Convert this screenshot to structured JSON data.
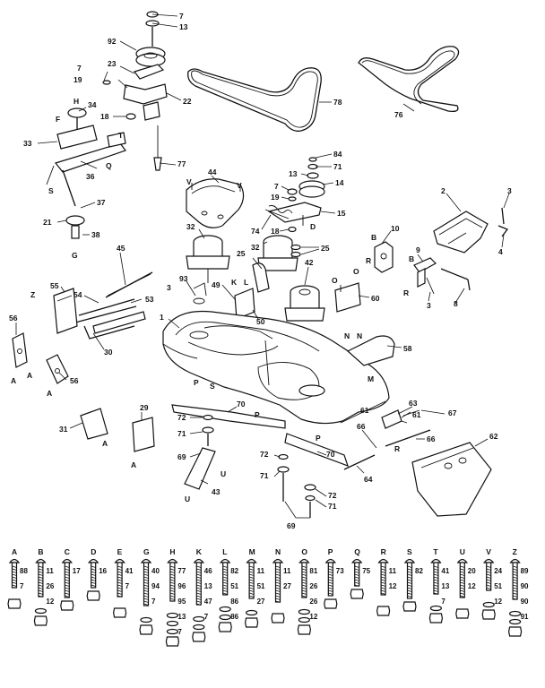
{
  "deck_callouts": [
    {
      "id": "c7a",
      "text": "7"
    },
    {
      "id": "c13a",
      "text": "13"
    },
    {
      "id": "c92",
      "text": "92"
    },
    {
      "id": "c23",
      "text": "23"
    },
    {
      "id": "c7b",
      "text": "7"
    },
    {
      "id": "c19a",
      "text": "19"
    },
    {
      "id": "c22",
      "text": "22"
    },
    {
      "id": "c34",
      "text": "34"
    },
    {
      "id": "c18a",
      "text": "18"
    },
    {
      "id": "c33",
      "text": "33"
    },
    {
      "id": "c36",
      "text": "36"
    },
    {
      "id": "c77",
      "text": "77"
    },
    {
      "id": "c37",
      "text": "37"
    },
    {
      "id": "c21",
      "text": "21"
    },
    {
      "id": "c38",
      "text": "38"
    },
    {
      "id": "c78",
      "text": "78"
    },
    {
      "id": "c76",
      "text": "76"
    },
    {
      "id": "c84",
      "text": "84"
    },
    {
      "id": "c71a",
      "text": "71"
    },
    {
      "id": "c13b",
      "text": "13"
    },
    {
      "id": "c14",
      "text": "14"
    },
    {
      "id": "c7c",
      "text": "7"
    },
    {
      "id": "c19b",
      "text": "19"
    },
    {
      "id": "c15",
      "text": "15"
    },
    {
      "id": "c74",
      "text": "74"
    },
    {
      "id": "c18b",
      "text": "18"
    },
    {
      "id": "c44",
      "text": "44"
    },
    {
      "id": "c2",
      "text": "2"
    },
    {
      "id": "c3a",
      "text": "3"
    },
    {
      "id": "c4",
      "text": "4"
    },
    {
      "id": "c32a",
      "text": "32"
    },
    {
      "id": "c32b",
      "text": "32"
    },
    {
      "id": "c25a",
      "text": "25"
    },
    {
      "id": "c25b",
      "text": "25"
    },
    {
      "id": "c10",
      "text": "10"
    },
    {
      "id": "c9",
      "text": "9"
    },
    {
      "id": "c45",
      "text": "45"
    },
    {
      "id": "c42",
      "text": "42"
    },
    {
      "id": "c60",
      "text": "60"
    },
    {
      "id": "c8",
      "text": "8"
    },
    {
      "id": "c3b",
      "text": "3"
    },
    {
      "id": "c93",
      "text": "93"
    },
    {
      "id": "c3c",
      "text": "3"
    },
    {
      "id": "c49",
      "text": "49"
    },
    {
      "id": "c55",
      "text": "55"
    },
    {
      "id": "c54",
      "text": "54"
    },
    {
      "id": "c53",
      "text": "53"
    },
    {
      "id": "c50",
      "text": "50"
    },
    {
      "id": "c1",
      "text": "1"
    },
    {
      "id": "c30",
      "text": "30"
    },
    {
      "id": "c56a",
      "text": "56"
    },
    {
      "id": "c56b",
      "text": "56"
    },
    {
      "id": "c58",
      "text": "58"
    },
    {
      "id": "c31",
      "text": "31"
    },
    {
      "id": "c29",
      "text": "29"
    },
    {
      "id": "c70a",
      "text": "70"
    },
    {
      "id": "c72a",
      "text": "72"
    },
    {
      "id": "c71b",
      "text": "71"
    },
    {
      "id": "c69a",
      "text": "69"
    },
    {
      "id": "c43",
      "text": "43"
    },
    {
      "id": "c63",
      "text": "63"
    },
    {
      "id": "c61a",
      "text": "61"
    },
    {
      "id": "c61b",
      "text": "61"
    },
    {
      "id": "c67",
      "text": "67"
    },
    {
      "id": "c66a",
      "text": "66"
    },
    {
      "id": "c66b",
      "text": "66"
    },
    {
      "id": "c62",
      "text": "62"
    },
    {
      "id": "c64",
      "text": "64"
    },
    {
      "id": "c72b",
      "text": "72"
    },
    {
      "id": "c70b",
      "text": "70"
    },
    {
      "id": "c71c",
      "text": "71"
    },
    {
      "id": "c72c",
      "text": "72"
    },
    {
      "id": "c71d",
      "text": "71"
    },
    {
      "id": "c69b",
      "text": "69"
    }
  ],
  "ref_letters": [
    {
      "id": "lH1",
      "text": "H"
    },
    {
      "id": "lF1",
      "text": "F"
    },
    {
      "id": "lT1",
      "text": "T"
    },
    {
      "id": "lQ1",
      "text": "Q"
    },
    {
      "id": "lS1",
      "text": "S"
    },
    {
      "id": "lG1",
      "text": "G"
    },
    {
      "id": "lV1",
      "text": "V"
    },
    {
      "id": "lV2",
      "text": "V"
    },
    {
      "id": "lD1",
      "text": "D"
    },
    {
      "id": "lB1",
      "text": "B"
    },
    {
      "id": "lR1",
      "text": "R"
    },
    {
      "id": "lB2",
      "text": "B"
    },
    {
      "id": "lR2",
      "text": "R"
    },
    {
      "id": "lO1",
      "text": "O"
    },
    {
      "id": "lO2",
      "text": "O"
    },
    {
      "id": "lK1",
      "text": "K"
    },
    {
      "id": "lL1",
      "text": "L"
    },
    {
      "id": "lZ1",
      "text": "Z"
    },
    {
      "id": "lN1",
      "text": "N"
    },
    {
      "id": "lN2",
      "text": "N"
    },
    {
      "id": "lA1",
      "text": "A"
    },
    {
      "id": "lA2",
      "text": "A"
    },
    {
      "id": "lA3",
      "text": "A"
    },
    {
      "id": "lM1",
      "text": "M"
    },
    {
      "id": "lP1",
      "text": "P"
    },
    {
      "id": "lS2",
      "text": "S"
    },
    {
      "id": "lP2",
      "text": "P"
    },
    {
      "id": "lA4",
      "text": "A"
    },
    {
      "id": "lA5",
      "text": "A"
    },
    {
      "id": "lU1",
      "text": "U"
    },
    {
      "id": "lU2",
      "text": "U"
    },
    {
      "id": "lR3",
      "text": "R"
    },
    {
      "id": "lP3",
      "text": "P"
    }
  ],
  "hardware_columns": [
    {
      "letter": "A",
      "labels": [
        "88",
        "7"
      ]
    },
    {
      "letter": "B",
      "labels": [
        "11",
        "26",
        "12"
      ]
    },
    {
      "letter": "C",
      "labels": [
        "17"
      ]
    },
    {
      "letter": "D",
      "labels": [
        "16"
      ]
    },
    {
      "letter": "E",
      "labels": [
        "41",
        "7"
      ]
    },
    {
      "letter": "G",
      "labels": [
        "40",
        "94",
        "7"
      ]
    },
    {
      "letter": "H",
      "labels": [
        "77",
        "96",
        "95",
        "13",
        "7"
      ]
    },
    {
      "letter": "K",
      "labels": [
        "46",
        "13",
        "47",
        "7"
      ]
    },
    {
      "letter": "L",
      "labels": [
        "82",
        "51",
        "86",
        "86"
      ]
    },
    {
      "letter": "M",
      "labels": [
        "11",
        "51",
        "27"
      ]
    },
    {
      "letter": "N",
      "labels": [
        "11",
        "27"
      ]
    },
    {
      "letter": "O",
      "labels": [
        "81",
        "26",
        "26",
        "12"
      ]
    },
    {
      "letter": "P",
      "labels": [
        "73"
      ]
    },
    {
      "letter": "Q",
      "labels": [
        "75"
      ]
    },
    {
      "letter": "R",
      "labels": [
        "11",
        "12"
      ]
    },
    {
      "letter": "S",
      "labels": [
        "82"
      ]
    },
    {
      "letter": "T",
      "labels": [
        "41",
        "13",
        "7"
      ]
    },
    {
      "letter": "U",
      "labels": [
        "20",
        "12"
      ]
    },
    {
      "letter": "V",
      "labels": [
        "24",
        "51",
        "12"
      ]
    },
    {
      "letter": "Z",
      "labels": [
        "89",
        "90",
        "90",
        "91"
      ]
    }
  ]
}
